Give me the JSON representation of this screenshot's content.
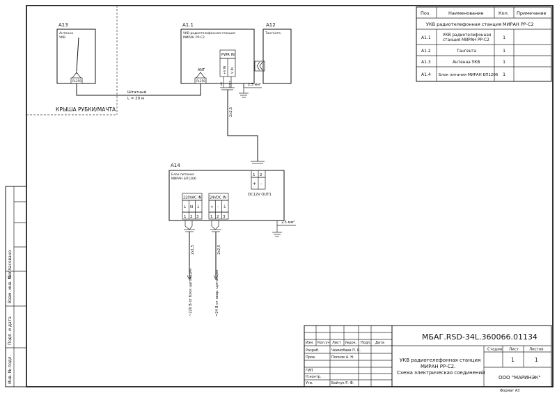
{
  "spec_table": {
    "headers": {
      "pos": "Поз.",
      "name": "Наименование",
      "qty": "Кол.",
      "note": "Примечание"
    },
    "group_title": "УКВ радиотелефонная станция МИРАН РР-С2",
    "rows": [
      {
        "pos": "A1.1",
        "name": [
          "УКВ радиотелефонная",
          "станция МИРАН РР-С2"
        ],
        "qty": "1",
        "note": ""
      },
      {
        "pos": "A1.2",
        "name": [
          "Тангента"
        ],
        "qty": "1",
        "note": ""
      },
      {
        "pos": "A1.3",
        "name": [
          "Антенна УКВ"
        ],
        "qty": "1",
        "note": ""
      },
      {
        "pos": "A1.4",
        "name": [
          "Блок питания МИРАН БП1206"
        ],
        "qty": "1",
        "note": ""
      }
    ]
  },
  "diagram": {
    "a13": {
      "ref": "A13",
      "title": "Антенна",
      "sub": "УКВ",
      "connector": "PL259"
    },
    "a11": {
      "ref": "A1.1",
      "title": "УКВ радиотелефонная станция",
      "sub": "МИРАН РР-С2",
      "pwr_label": "PWR IN",
      "pins": [
        "+V IN",
        "-V IN"
      ],
      "ant_label": "ANT",
      "connector": "PL259",
      "wire_marks": [
        "red",
        "black"
      ]
    },
    "a12": {
      "ref": "A12",
      "title": "Тангента"
    },
    "a14": {
      "ref": "A14",
      "title": "Блок питания",
      "sub": "МИРАН БП1206",
      "out_label": "DC12V OUT1",
      "out_pins": [
        "1",
        "2"
      ],
      "out_signs": [
        "+",
        "-"
      ],
      "ac_label": "220VAC IN",
      "ac_signs": [
        "L",
        "N",
        "⏚"
      ],
      "ac_pins": [
        "1",
        "2",
        "3"
      ],
      "dc_label": "24VDC IN",
      "dc_signs": [
        "+",
        "-",
        "⏚"
      ],
      "dc_pins": [
        "1",
        "2",
        "3"
      ]
    },
    "cable_label": "Штатный",
    "cable_length": "L = 20 м",
    "roof_label": "КРЫША РУБКИ/МАЧТА",
    "cable_pwr": "2x2,5",
    "cable_ac": "2x1,5",
    "cable_dc": "2x2,5",
    "source_ac": "~220 В от блок щитанция",
    "source_dc": "=24 В от авар. щитанция",
    "ground_label": "2,5 мм²"
  },
  "side_stamp": [
    "Согласовано",
    "Взам. инв. №",
    "Подп. и дата",
    "Инв. № подл."
  ],
  "title_block": {
    "code": "МБАГ.RSD-34L.360066.01134",
    "col_headers": [
      "Изм.",
      "Кол.уч",
      "Лист",
      "№док.",
      "Подп.",
      "Дата"
    ],
    "roles": [
      {
        "role": "Разраб.",
        "name": "Чекмобаев П. К."
      },
      {
        "role": "Пров.",
        "name": "Попков А. Н."
      },
      {
        "role": "",
        "name": ""
      },
      {
        "role": "ГИП",
        "name": ""
      },
      {
        "role": "Н.контр.",
        "name": ""
      },
      {
        "role": "Утв.",
        "name": "Бойчук Р. Ф."
      }
    ],
    "doc_title": [
      "УКВ радиотелефонная станция",
      "МИРАН РР-С2.",
      "Схема электрическая соединений"
    ],
    "stage_labels": {
      "stage": "Стадия",
      "sheet": "Лист",
      "sheets": "Листов"
    },
    "sheet": "1",
    "sheets": "1",
    "company": "ООО \"МАРИНЭК\"",
    "format": "Формат А3"
  }
}
